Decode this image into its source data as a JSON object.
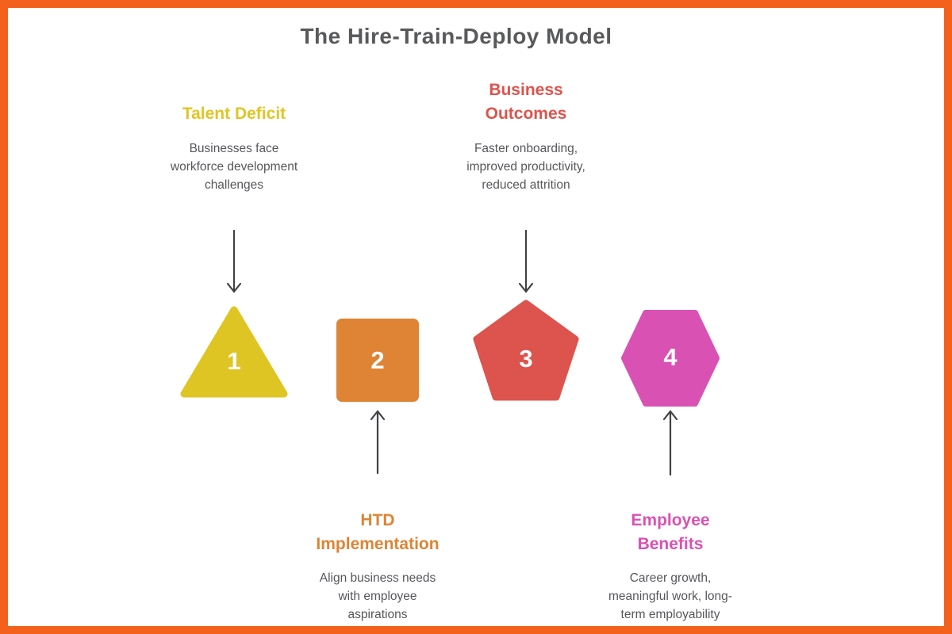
{
  "title": "The Hire-Train-Deploy Model",
  "colors": {
    "background": "#FFFFFF",
    "border": "#F4611D",
    "title_text": "#58595B",
    "body_text": "#56575B",
    "arrow": "#404245",
    "step1": "#DFC524",
    "step2": "#DE8434",
    "step3": "#DD534D",
    "step4": "#DA51B4",
    "shape_number_text": "#FFFFFF"
  },
  "steps": [
    {
      "number": "1",
      "shape": "triangle",
      "color": "#DFC524",
      "heading": "Talent Deficit",
      "heading_lines": [
        "Talent Deficit"
      ],
      "description_lines": [
        "Businesses face",
        "workforce development",
        "challenges"
      ],
      "label_position": "top",
      "arrow_direction": "down"
    },
    {
      "number": "2",
      "shape": "square",
      "color": "#DE8434",
      "heading": "HTD Implementation",
      "heading_lines": [
        "HTD",
        "Implementation"
      ],
      "description_lines": [
        "Align business needs",
        "with employee",
        "aspirations"
      ],
      "label_position": "bottom",
      "arrow_direction": "up"
    },
    {
      "number": "3",
      "shape": "pentagon",
      "color": "#DD534D",
      "heading": "Business Outcomes",
      "heading_lines": [
        "Business",
        "Outcomes"
      ],
      "description_lines": [
        "Faster onboarding,",
        "improved productivity,",
        "reduced attrition"
      ],
      "label_position": "top",
      "arrow_direction": "down"
    },
    {
      "number": "4",
      "shape": "hexagon",
      "color": "#DA51B4",
      "heading": "Employee Benefits",
      "heading_lines": [
        "Employee",
        "Benefits"
      ],
      "description_lines": [
        "Career growth,",
        "meaningful work, long-",
        "term employability"
      ],
      "label_position": "bottom",
      "arrow_direction": "up"
    }
  ]
}
